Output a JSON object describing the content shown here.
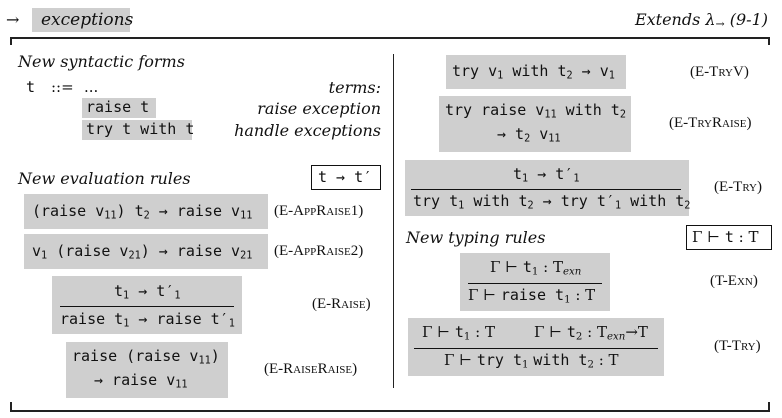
{
  "header": {
    "arrow": "→",
    "title": "exceptions",
    "extends": "Extends λ→ (9-1)"
  },
  "syntax": {
    "heading": "New syntactic forms",
    "t": "t",
    "defines": "::=",
    "ellipsis": "...",
    "terms_label": "terms:",
    "raise_form": "raise t",
    "raise_desc": "raise exception",
    "try_form": "try t with t",
    "try_desc": "handle exceptions"
  },
  "eval": {
    "heading": "New evaluation rules",
    "judgment": "t → t′",
    "rules": [
      {
        "name": "(E-AppRaise1)",
        "text": "(raise v11) t2 → raise v11"
      },
      {
        "name": "(E-AppRaise2)",
        "text": "v1 (raise v21) → raise v21"
      },
      {
        "name": "(E-Raise)",
        "premise": "t1 → t′1",
        "conclusion": "raise t1 → raise t′1"
      },
      {
        "name": "(E-RaiseRaise)",
        "line1": "raise (raise v11)",
        "line2": "→ raise v11"
      },
      {
        "name": "(E-TryV)",
        "text": "try v1 with t2 → v1"
      },
      {
        "name": "(E-TryRaise)",
        "line1": "try raise v11 with t2",
        "line2": "→ t2 v11"
      },
      {
        "name": "(E-Try)",
        "premise": "t1 → t′1",
        "conclusion": "try t1 with t2 → try t′1 with t2"
      }
    ]
  },
  "typing": {
    "heading": "New typing rules",
    "judgment": "Γ ⊢ t : T",
    "rules": [
      {
        "name": "(T-Exn)",
        "premise": "Γ ⊢ t1 : Texn",
        "conclusion": "Γ ⊢ raise t1 : T"
      },
      {
        "name": "(T-Try)",
        "premise1": "Γ ⊢ t1 : T",
        "premise2": "Γ ⊢ t2 : Texn→T",
        "conclusion": "Γ ⊢ try t1 with t2 : T"
      }
    ]
  }
}
